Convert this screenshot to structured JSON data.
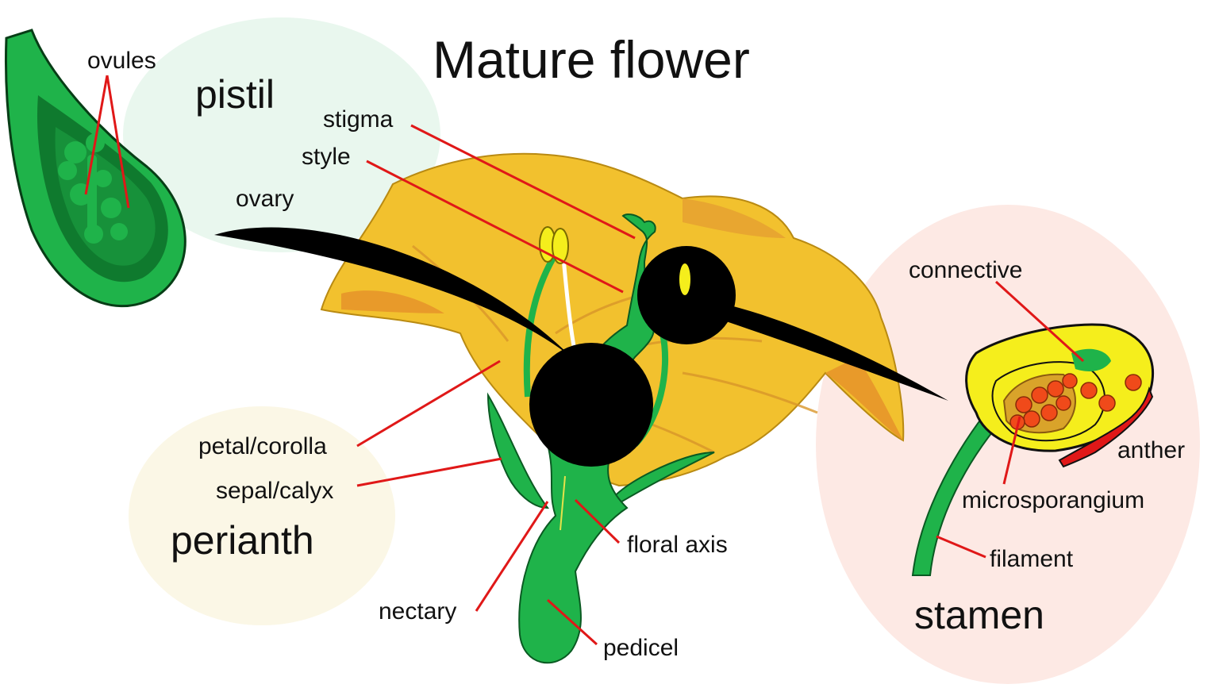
{
  "title": "Mature flower",
  "groups": {
    "pistil": "pistil",
    "perianth": "perianth",
    "stamen": "stamen"
  },
  "labels": {
    "ovules": "ovules",
    "ovary": "ovary",
    "stigma": "stigma",
    "style": "style",
    "petal_corolla": "petal/corolla",
    "sepal_calyx": "sepal/calyx",
    "nectary": "nectary",
    "floral_axis": "floral axis",
    "pedicel": "pedicel",
    "connective": "connective",
    "anther": "anther",
    "microsporangium": "microsporangium",
    "filament": "filament"
  },
  "colors": {
    "petal": "#f2c12e",
    "petal_shade": "#e89a2a",
    "green": "#1fb34a",
    "dark_green": "#0f7a2e",
    "leader": "#e01818",
    "pollen": "#f04a1a",
    "anther_yellow": "#f5ee1c",
    "pistil_bg": "#e9f7ee",
    "perianth_bg": "#fbf7e6",
    "stamen_bg": "#fde9e4"
  }
}
